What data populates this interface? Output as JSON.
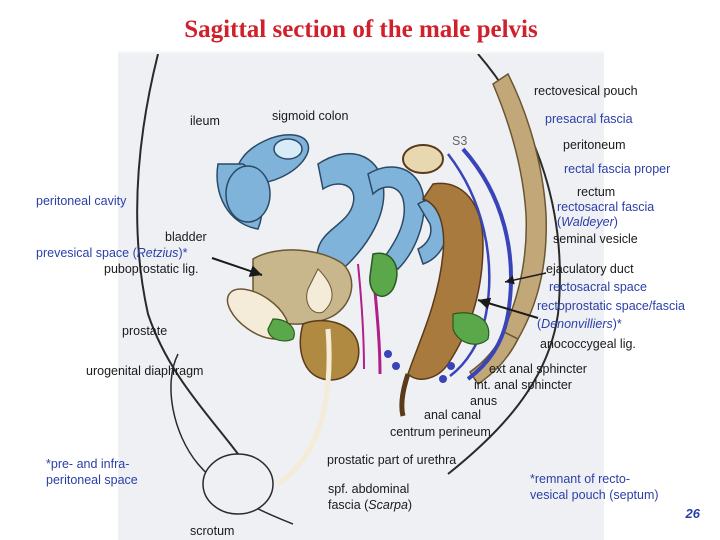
{
  "title": "Sagittal section of the male pelvis",
  "labels": {
    "rectovesical_pouch": "rectovesical pouch",
    "ileum": "ileum",
    "sigmoid_colon": "sigmoid colon",
    "presacral_fascia": "presacral fascia",
    "s3": "S3",
    "peritoneum": "peritoneum",
    "rectal_fascia_proper": "rectal fascia proper",
    "rectum": "rectum",
    "peritoneal_cavity": "peritoneal cavity",
    "rectosacral_fascia": "rectosacral fascia",
    "waldeyer_open": "(",
    "waldeyer": "Waldeyer",
    "waldeyer_close": ")",
    "bladder": "bladder",
    "seminal_vesicle": "seminal vesicle",
    "prevesical_space_prefix": "prevesical space (",
    "retzius": "Retzius",
    "prevesical_space_suffix": ")*",
    "puboprostatic_lig": "puboprostatic lig.",
    "ejaculatory_duct": "ejaculatory duct",
    "rectosacral_space": "rectosacral space",
    "rectoprostatic_space": "rectoprostatic space/fascia",
    "denonvilliers_open": "(",
    "denonvilliers": "Denonvilliers",
    "denonvilliers_close": ")*",
    "prostate": "prostate",
    "anococcygeal_lig": "anococcygeal lig.",
    "urogenital_diaphragm": "urogenital diaphragm",
    "ext_anal_sphincter": "ext anal sphincter",
    "int_anal_sphincter": "int. anal sphincter",
    "anus": "anus",
    "anal_canal": "anal canal",
    "centrum_perineum": "centrum perineum",
    "prostatic_urethra": "prostatic part of urethra",
    "spf_abdominal_fascia_prefix": "spf. abdominal",
    "spf_abdominal_fascia_line2_open": "fascia (",
    "scarpa": "Scarpa",
    "spf_abdominal_fascia_line2_close": ")",
    "scrotum": "scrotum"
  },
  "footnotes": {
    "left_line1": "*pre- and infra-",
    "left_line2": "peritoneal space",
    "right_line1": "*remnant of recto-",
    "right_line2": "vesical pouch (septum)"
  },
  "slide_number": "26",
  "colors": {
    "title": "#d0202c",
    "label_blue": "#2b3fa8",
    "intestine": "#7fb3d9",
    "bone": "#c2a878",
    "fascia_blue": "#3844b8",
    "fascia_magenta": "#b0208a",
    "muscle_green": "#5aa84a",
    "rectum_brown": "#a87a3e",
    "prostate_gold": "#b08a40"
  }
}
